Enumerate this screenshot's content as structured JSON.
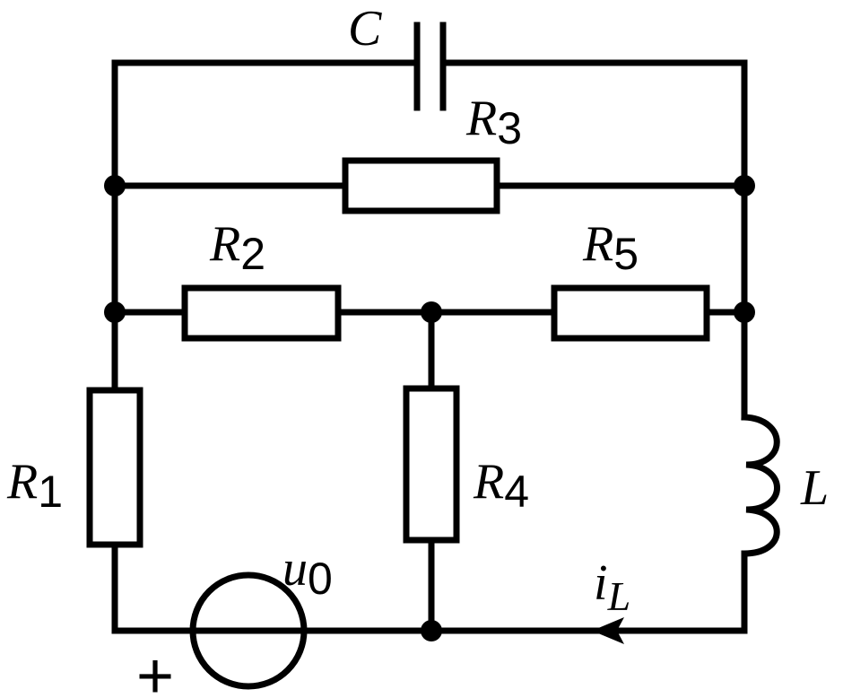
{
  "labels": {
    "C": {
      "main": "C"
    },
    "R1": {
      "main": "R",
      "sub": "1"
    },
    "R2": {
      "main": "R",
      "sub": "2"
    },
    "R3": {
      "main": "R",
      "sub": "3"
    },
    "R4": {
      "main": "R",
      "sub": "4"
    },
    "R5": {
      "main": "R",
      "sub": "5"
    },
    "L": {
      "main": "L"
    },
    "source": {
      "main": "u",
      "sub": "0"
    },
    "current": {
      "main": "i",
      "sub": "L"
    },
    "polarity": "+"
  }
}
